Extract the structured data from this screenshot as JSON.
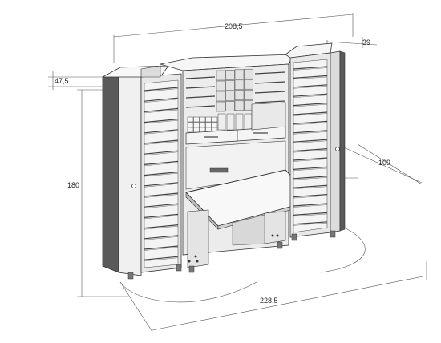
{
  "dimensions": {
    "width_closed": "208,5",
    "depth_side": "39",
    "depth_left": "47,5",
    "height": "180",
    "table_depth": "109",
    "width_open": "228,5"
  },
  "colors": {
    "panel_face": "#f2f2f2",
    "panel_side": "#d9d9d9",
    "panel_dark": "#5a5a5a",
    "shelf": "#e6e6e6",
    "line": "#333333",
    "dimension_line": "#555555"
  }
}
